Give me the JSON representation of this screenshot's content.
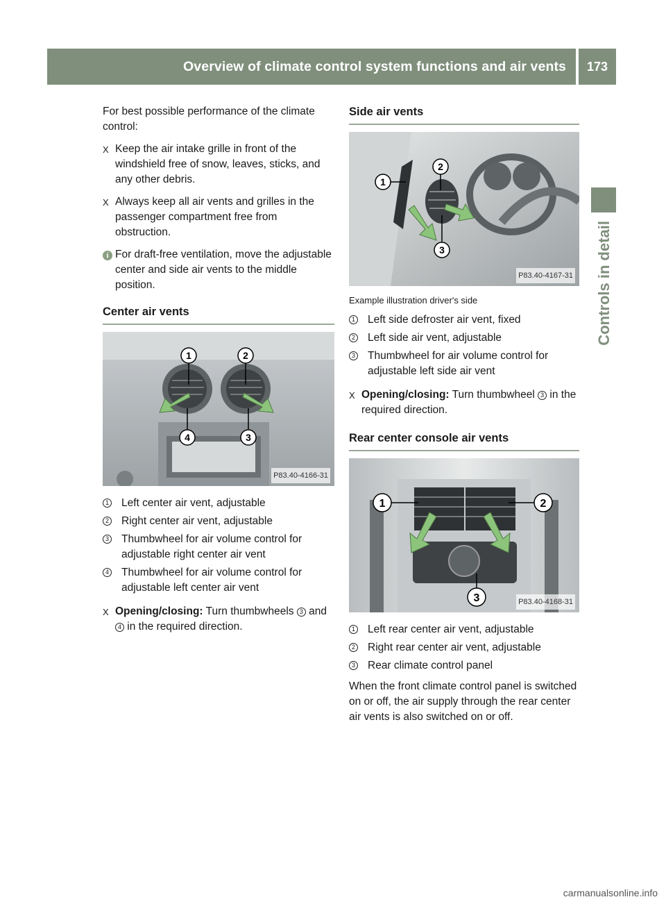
{
  "header": {
    "title": "Overview of climate control system functions and air vents",
    "page_number": "173"
  },
  "side_tab": {
    "label": "Controls in detail"
  },
  "left": {
    "intro": "For best possible performance of the climate control:",
    "instructions": [
      "Keep the air intake grille in front of the windshield free of snow, leaves, sticks, and any other debris.",
      "Always keep all air vents and grilles in the passenger compartment free from obstruction."
    ],
    "note_icon": "i",
    "note": "For draft-free ventilation, move the adjustable center and side air vents to the middle position.",
    "center_heading": "Center air vents",
    "center_figure_code": "P83.40-4166-31",
    "center_legend": [
      {
        "num": "1",
        "text": "Left center air vent, adjustable"
      },
      {
        "num": "2",
        "text": "Right center air vent, adjustable"
      },
      {
        "num": "3",
        "text": "Thumbwheel for air volume control for adjustable right center air vent"
      },
      {
        "num": "4",
        "text": "Thumbwheel for air volume control for adjustable left center air vent"
      }
    ],
    "center_action_label": "Opening/closing:",
    "center_action_a": " Turn thumbwheels ",
    "center_action_n1": "3",
    "center_action_b": " and ",
    "center_action_n2": "4",
    "center_action_c": " in the required direction."
  },
  "right": {
    "side_heading": "Side air vents",
    "side_figure_code": "P83.40-4167-31",
    "side_caption": "Example illustration driver's side",
    "side_legend": [
      {
        "num": "1",
        "text": "Left side defroster air vent, fixed"
      },
      {
        "num": "2",
        "text": "Left side air vent, adjustable"
      },
      {
        "num": "3",
        "text": "Thumbwheel for air volume control for adjustable left side air vent"
      }
    ],
    "side_action_label": "Opening/closing:",
    "side_action_a": " Turn thumbwheel ",
    "side_action_n1": "3",
    "side_action_b": " in the required direction.",
    "rear_heading": "Rear center console air vents",
    "rear_figure_code": "P83.40-4168-31",
    "rear_legend": [
      {
        "num": "1",
        "text": "Left rear center air vent, adjustable"
      },
      {
        "num": "2",
        "text": "Right rear center air vent, adjustable"
      },
      {
        "num": "3",
        "text": "Rear climate control panel"
      }
    ],
    "rear_paragraph": "When the front climate control panel is switched on or off, the air supply through the rear center air vents is also switched on or off."
  },
  "instruction_marker": "X",
  "footer": {
    "watermark": "carmanualsonline.info"
  },
  "colors": {
    "accent": "#7f8f7c",
    "rule": "#9aa897",
    "info": "#8aa083"
  }
}
